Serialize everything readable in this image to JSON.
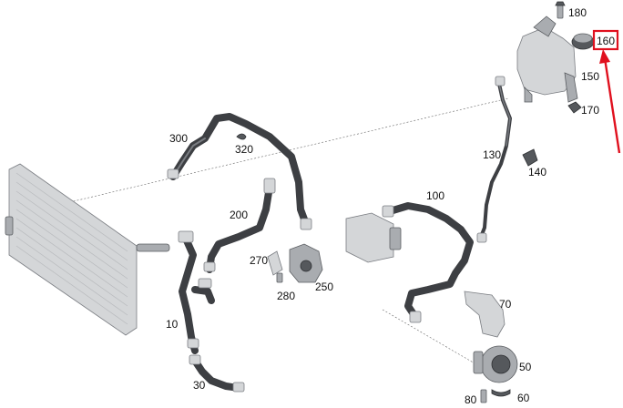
{
  "labels": {
    "p180": "180",
    "p160": "160",
    "p150": "150",
    "p170": "170",
    "p130": "130",
    "p140": "140",
    "p300": "300",
    "p320": "320",
    "p200": "200",
    "p100": "100",
    "p270": "270",
    "p280": "280",
    "p250": "250",
    "p10": "10",
    "p70": "70",
    "p50": "50",
    "p30": "30",
    "p80": "80",
    "p60": "60"
  },
  "colors": {
    "highlight": "#e0101e",
    "hose": "#3d3f43",
    "part": "#a9acb0",
    "text": "#111111"
  },
  "highlighted_part": "160"
}
